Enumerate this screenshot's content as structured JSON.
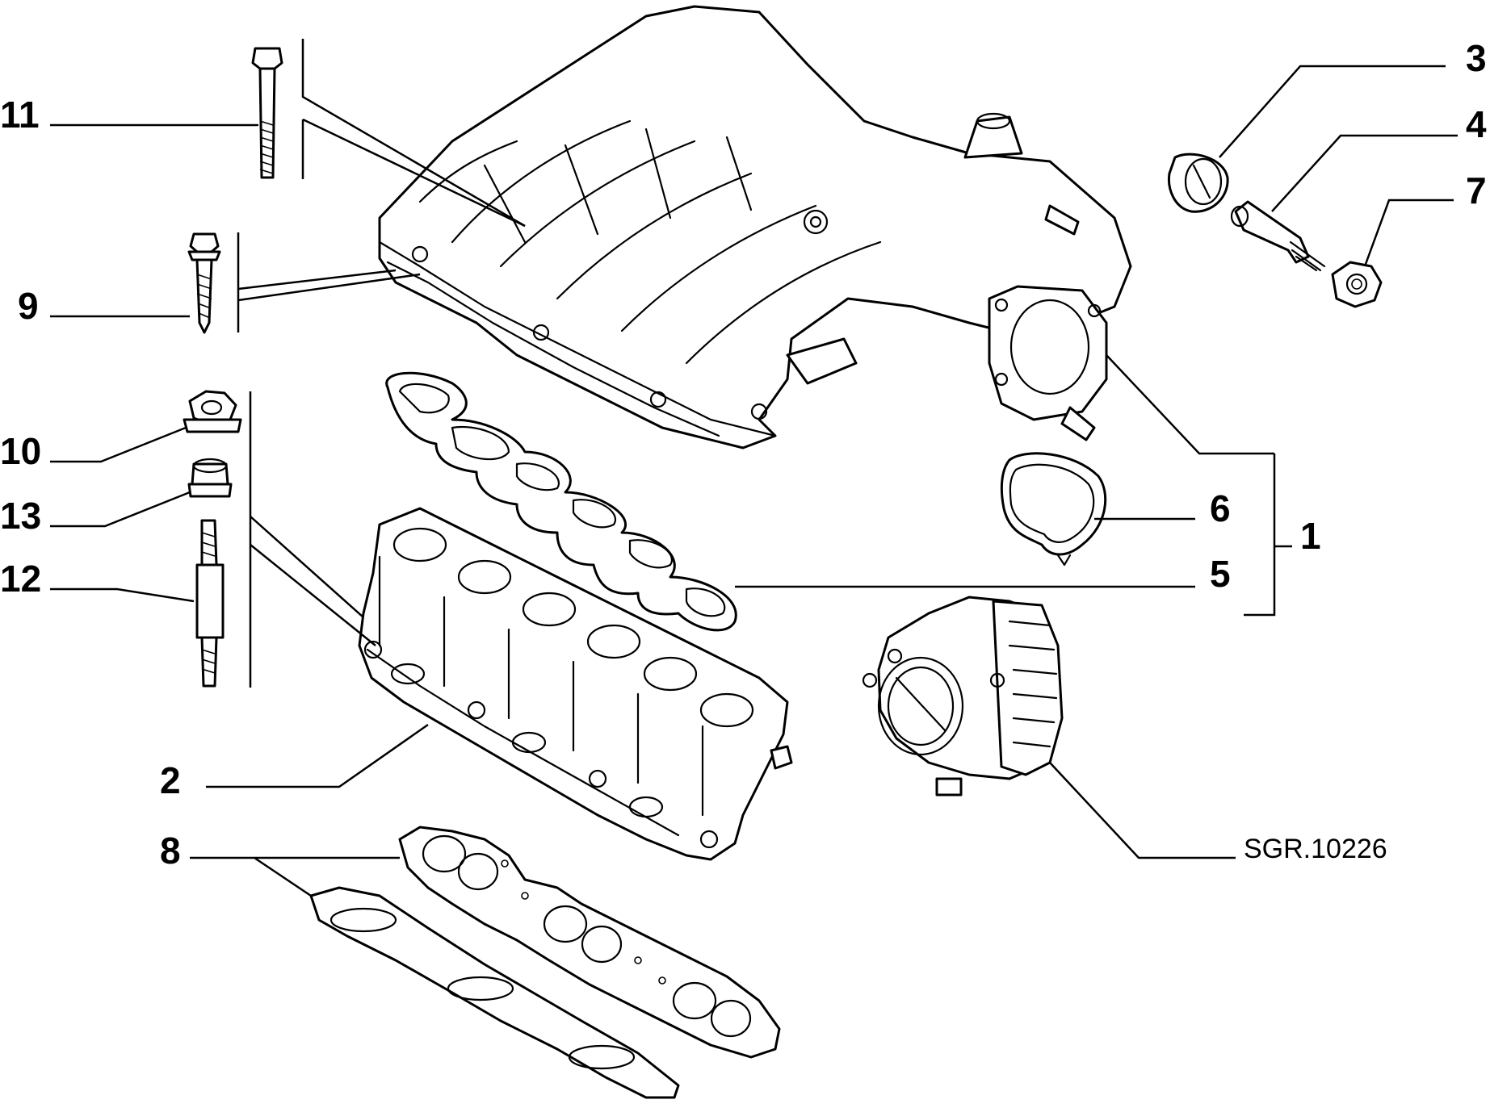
{
  "diagram": {
    "reference_code": "SGR.10226",
    "callouts": {
      "c1": "1",
      "c2": "2",
      "c3": "3",
      "c4": "4",
      "c5": "5",
      "c6": "6",
      "c7": "7",
      "c8": "8",
      "c9": "9",
      "c10": "10",
      "c11": "11",
      "c12": "12",
      "c13": "13"
    }
  }
}
